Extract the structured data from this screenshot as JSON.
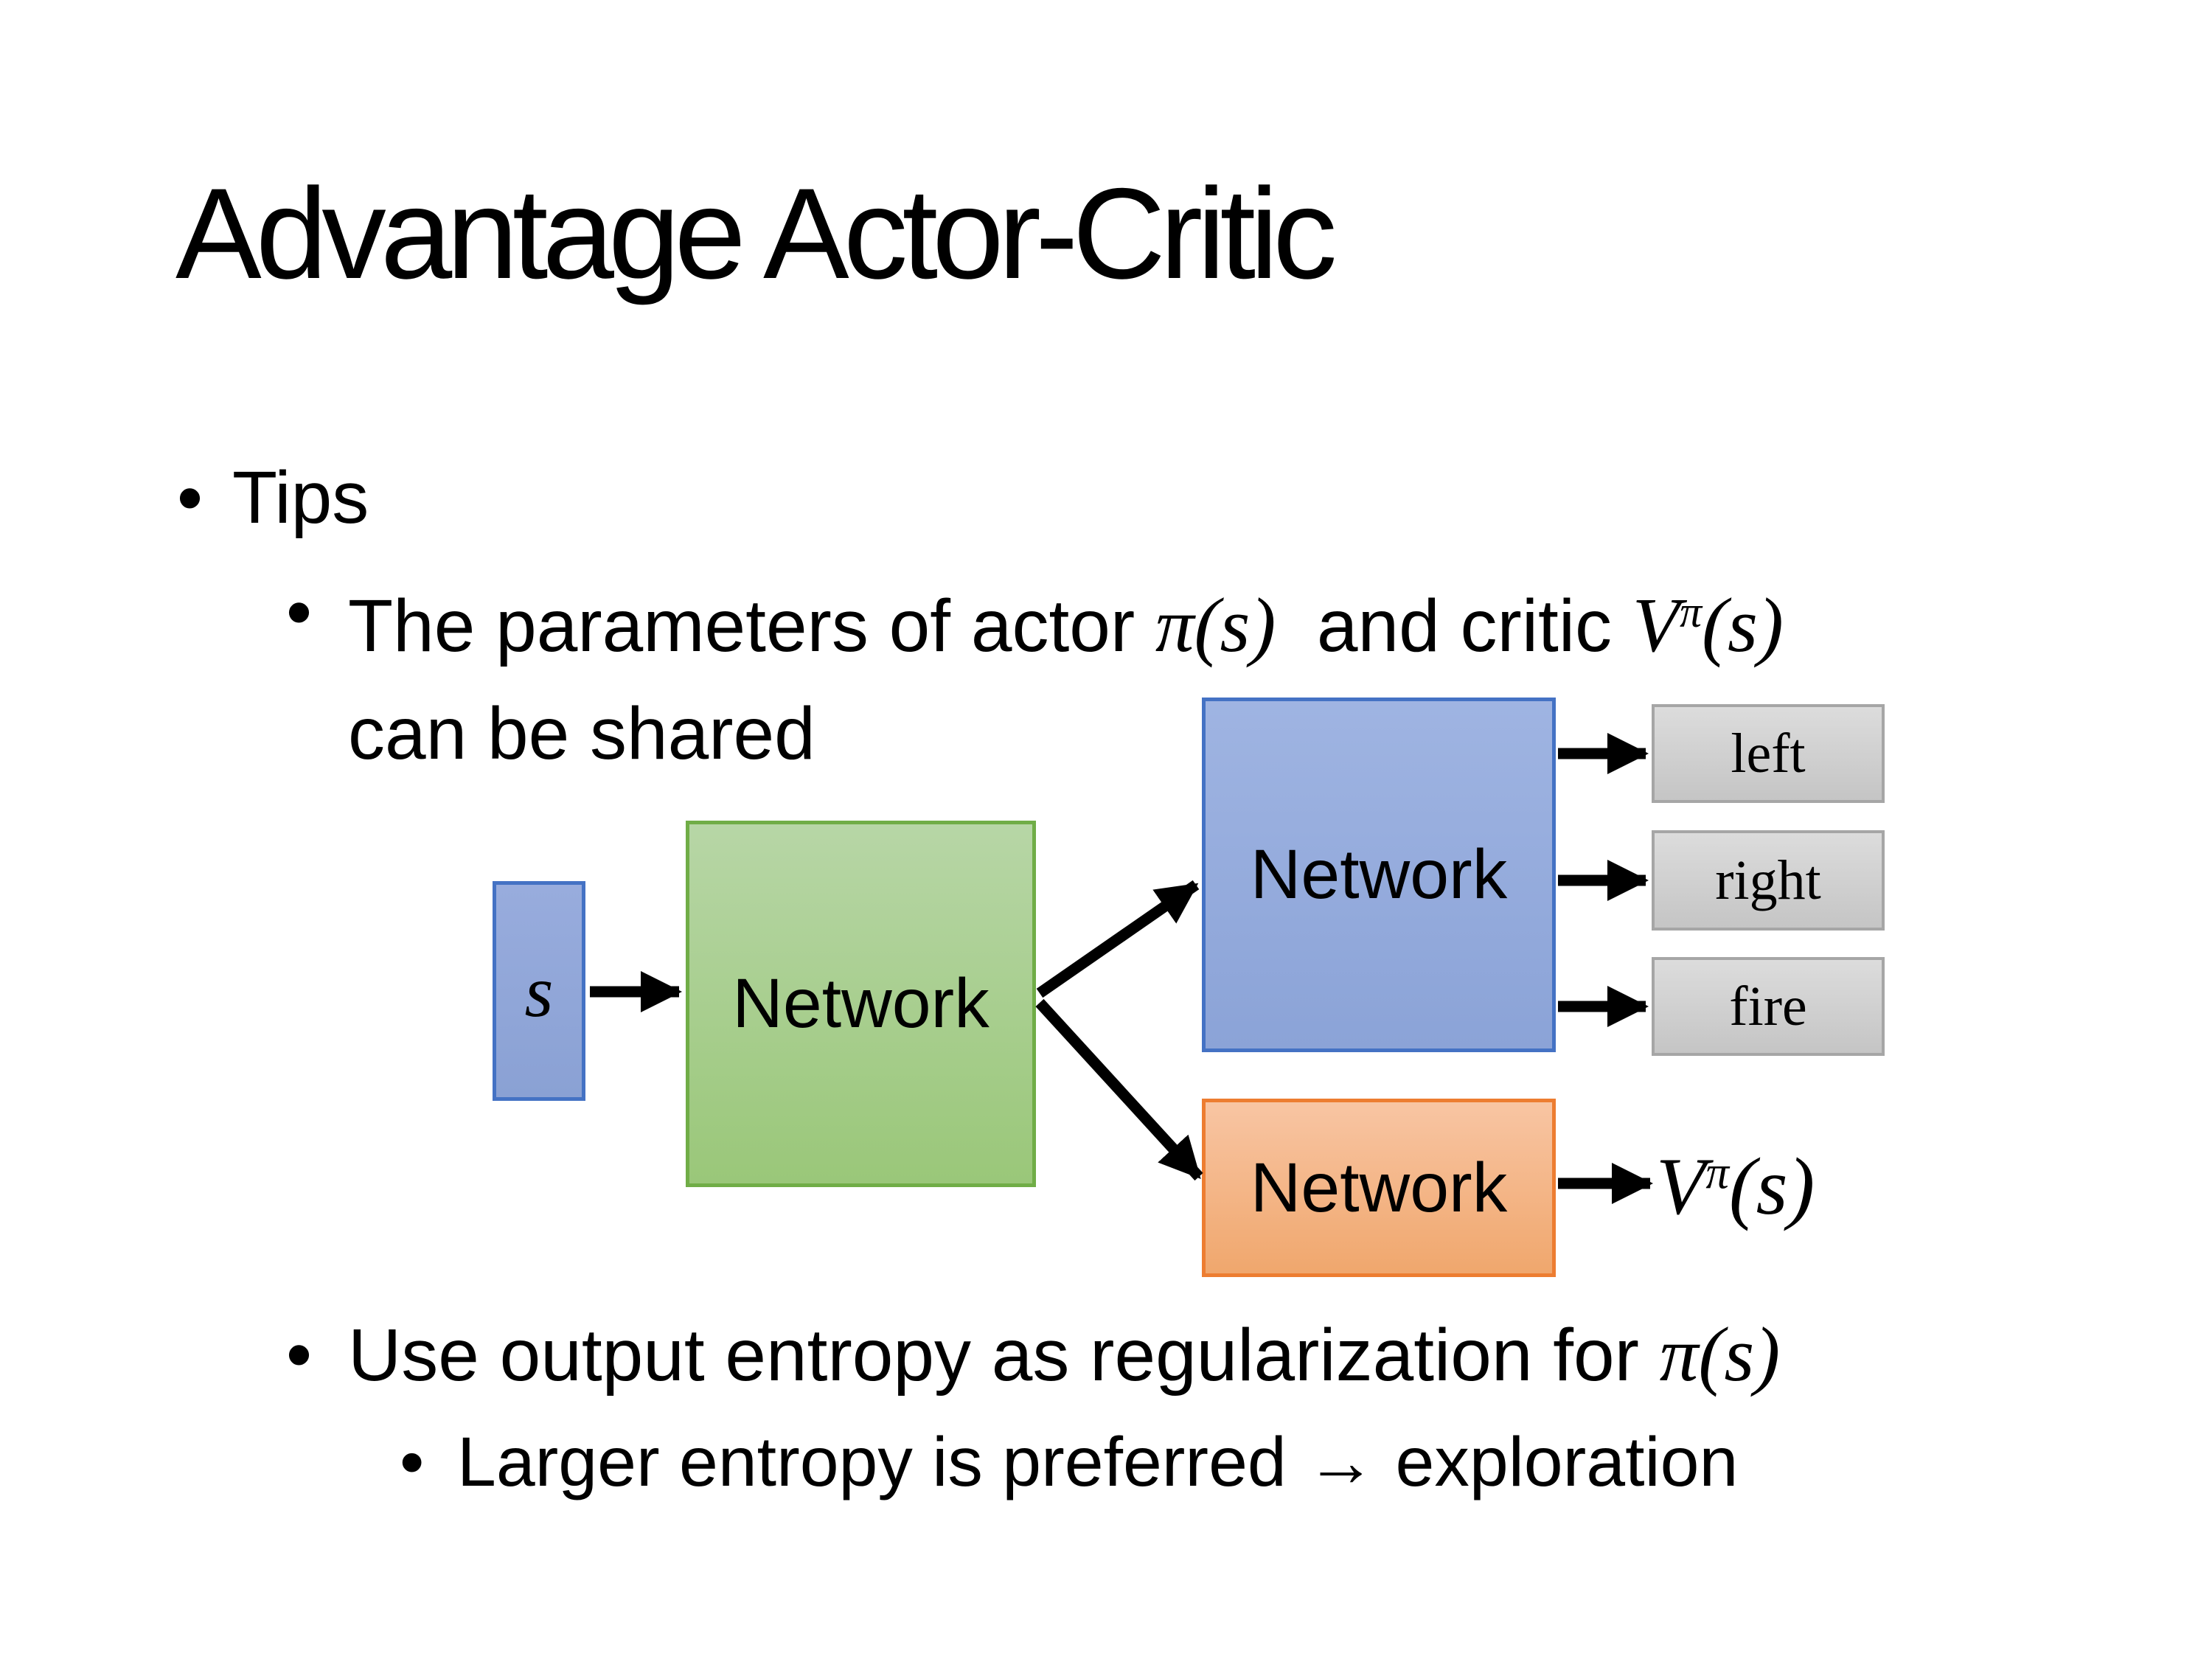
{
  "slide": {
    "title": "Advantage Actor-Critic",
    "bullet_char": "•",
    "bullets": {
      "tips": "Tips",
      "shared_pre": "The parameters of actor ",
      "shared_pi": "π(s)",
      "shared_mid": "  and critic ",
      "shared_V": "V",
      "shared_sup": "π",
      "shared_paren": "(s)",
      "shared_line2": "can be shared",
      "entropy_pre": "Use output entropy as regularization for ",
      "entropy_pi": "π(s)",
      "larger": "Larger entropy is preferred → exploration"
    }
  },
  "diagram": {
    "state_label": "s",
    "shared_network": "Network",
    "actor_network": "Network",
    "critic_network": "Network",
    "action_left": "left",
    "action_right": "right",
    "action_fire": "fire",
    "value_V": "V",
    "value_sup": "π",
    "value_paren": "(s)"
  },
  "colors": {
    "state_fill_top": "#98ACDD",
    "state_fill_bottom": "#8AA1D4",
    "state_border": "#4472C4",
    "shared_fill_top": "#B7D6A6",
    "shared_fill_bottom": "#9AC779",
    "shared_border": "#70AD47",
    "actor_fill_top": "#9FB4E2",
    "actor_fill_bottom": "#8BA3D7",
    "actor_border": "#4472C4",
    "critic_fill_top": "#F8C5A3",
    "critic_fill_bottom": "#F0A76D",
    "critic_border": "#ED7D31",
    "action_fill_top": "#DCDCDC",
    "action_fill_bottom": "#C5C5C5",
    "action_border": "#A6A6A6",
    "arrow": "#000000"
  }
}
